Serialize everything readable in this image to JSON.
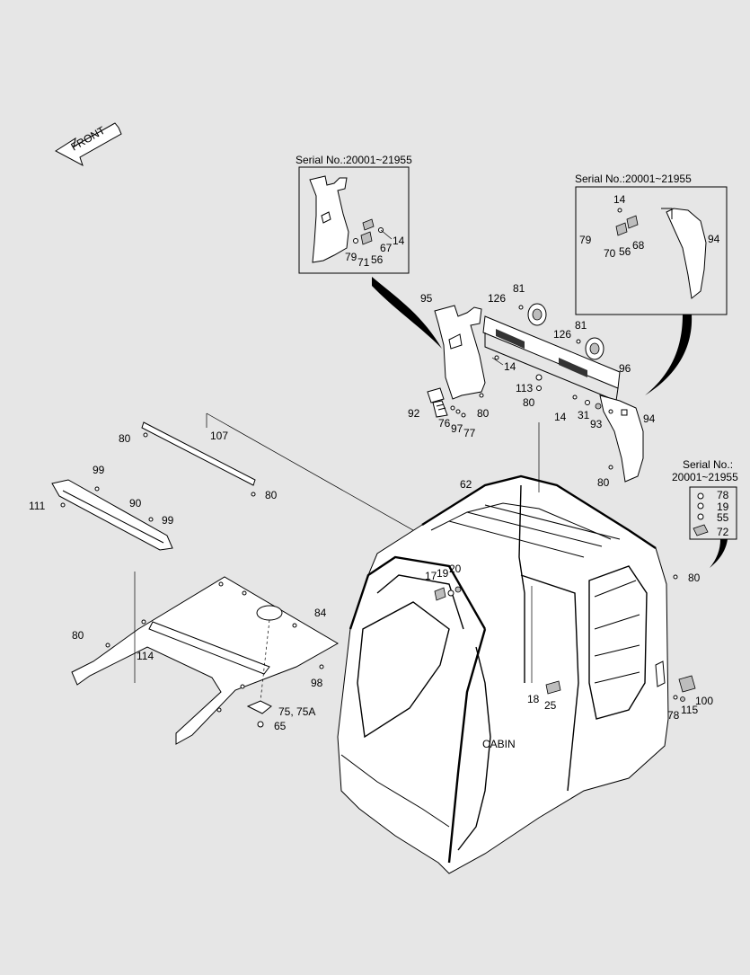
{
  "front_arrow": {
    "label": "FRONT"
  },
  "insets": [
    {
      "id": "inset-1",
      "title": "Serial No.:20001~21955",
      "callouts": [
        "67",
        "14",
        "79",
        "71",
        "56"
      ]
    },
    {
      "id": "inset-2",
      "title": "Serial No.:20001~21955",
      "callouts": [
        "14",
        "79",
        "68",
        "70",
        "56",
        "94"
      ]
    },
    {
      "id": "inset-3",
      "title_line1": "Serial No.:",
      "title_line2": "20001~21955",
      "callouts": [
        "78",
        "19",
        "55",
        "72"
      ]
    }
  ],
  "main_label": "CABIN",
  "callouts": {
    "c95": "95",
    "c126a": "126",
    "c81a": "81",
    "c14a": "14",
    "c81b": "81",
    "c126b": "126",
    "c96": "96",
    "c113": "113",
    "c80a": "80",
    "c92": "92",
    "c80b": "80",
    "c76": "76",
    "c97": "97",
    "c77": "77",
    "c14b": "14",
    "c31": "31",
    "c93": "93",
    "c94": "94",
    "c80c": "80",
    "c80d": "80",
    "c107": "107",
    "c80e": "80",
    "c99a": "99",
    "c111": "111",
    "c90": "90",
    "c99b": "99",
    "c62": "62",
    "c17": "17",
    "c19": "19",
    "c20": "20",
    "c84": "84",
    "c80f": "80",
    "c114": "114",
    "c98": "98",
    "c75": "75, 75A",
    "c65": "65",
    "c18": "18",
    "c25": "25",
    "c80g": "80",
    "c78": "78",
    "c115": "115",
    "c100": "100"
  }
}
